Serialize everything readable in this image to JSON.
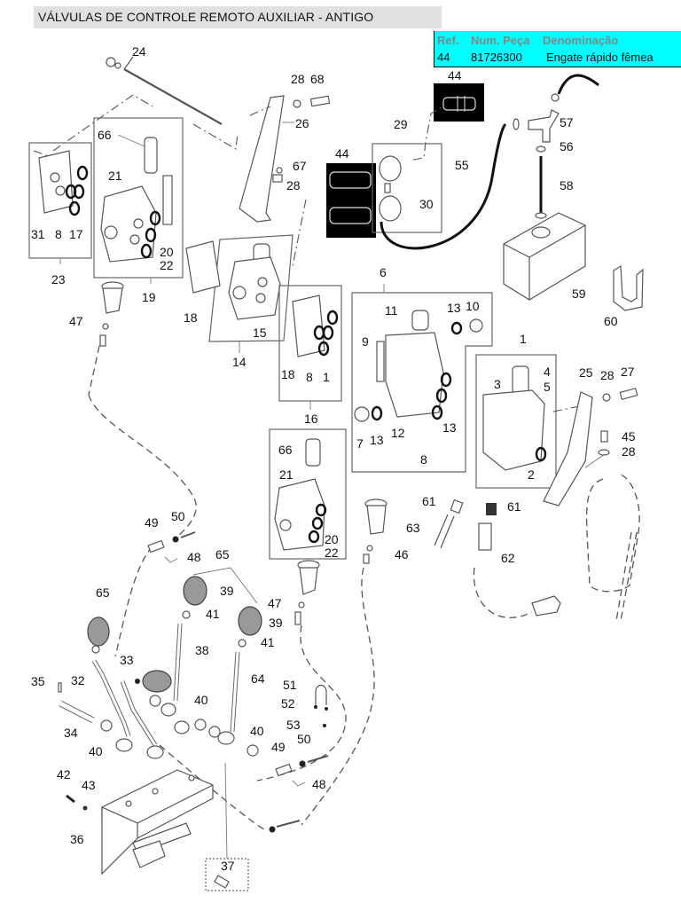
{
  "header": {
    "title": "VÁLVULAS DE CONTROLE REMOTO AUXILIAR - ANTIGO"
  },
  "reference_table": {
    "headers": [
      "Ref.",
      "Num. Peça",
      "Denominação"
    ],
    "rows": [
      [
        "44",
        "81726300",
        "Engate rápido fêmea"
      ]
    ],
    "background_color": "#00ffff"
  },
  "callouts": {
    "c24": "24",
    "c28a": "28",
    "c68": "68",
    "c26": "26",
    "c44a": "44",
    "c44b": "44",
    "c29": "29",
    "c57": "57",
    "c56": "56",
    "c55": "55",
    "c58": "58",
    "c30": "30",
    "c67": "67",
    "c28b": "28",
    "c66a": "66",
    "c21a": "21",
    "c31": "31",
    "c8a": "8",
    "c17": "17",
    "c20a": "20",
    "c22a": "22",
    "c23": "23",
    "c19": "19",
    "c59": "59",
    "c60": "60",
    "c6": "6",
    "c11": "11",
    "c13a": "13",
    "c10": "10",
    "c9": "9",
    "c18a": "18",
    "c15": "15",
    "c14": "14",
    "c18b": "18",
    "c8b": "8",
    "c1a": "1",
    "c16": "16",
    "c47a": "47",
    "c1b": "1",
    "c4": "4",
    "c5": "5",
    "c3": "3",
    "c25": "25",
    "c28c": "28",
    "c27": "27",
    "c7": "7",
    "c13b": "13",
    "c12": "12",
    "c13c": "13",
    "c8c": "8",
    "c45": "45",
    "c28d": "28",
    "c2": "2",
    "c66b": "66",
    "c21b": "21",
    "c20b": "20",
    "c22b": "22",
    "c61a": "61",
    "c61b": "61",
    "c63": "63",
    "c62": "62",
    "c46": "46",
    "c49a": "49",
    "c50a": "50",
    "c48a": "48",
    "c65a": "65",
    "c65b": "65",
    "c39a": "39",
    "c41a": "41",
    "c47b": "47",
    "c39b": "39",
    "c41b": "41",
    "c38": "38",
    "c33": "33",
    "c35": "35",
    "c32": "32",
    "c64": "64",
    "c51": "51",
    "c52": "52",
    "c40a": "40",
    "c53": "53",
    "c34": "34",
    "c40b": "40",
    "c40c": "40",
    "c49b": "49",
    "c50b": "50",
    "c48b": "48",
    "c42": "42",
    "c43": "43",
    "c36": "36",
    "c37": "37"
  }
}
